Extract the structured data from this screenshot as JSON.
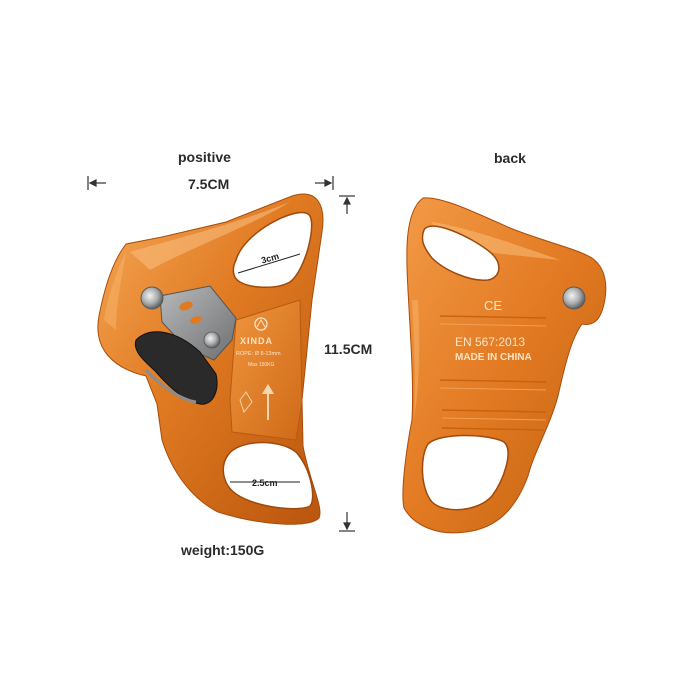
{
  "labels": {
    "front_view": "positive",
    "back_view": "back",
    "width": "7.5CM",
    "height": "11.5CM",
    "upper_hole": "3cm",
    "lower_hole": "2.5cm",
    "weight": "weight:150G"
  },
  "device_front": {
    "brand": "XINDA",
    "rope_spec": "ROPE: Ø 8-13mm",
    "max_load": "Max 150KG"
  },
  "device_back": {
    "ce_mark": "CE",
    "standard": "EN 567:2013",
    "origin": "MADE IN CHINA"
  },
  "colors": {
    "anodized_orange": "#e07a22",
    "orange_highlight": "#f6a857",
    "orange_shadow": "#b9550d",
    "cam_grey": "#8a8c8e",
    "text": "#2b2b2b"
  }
}
